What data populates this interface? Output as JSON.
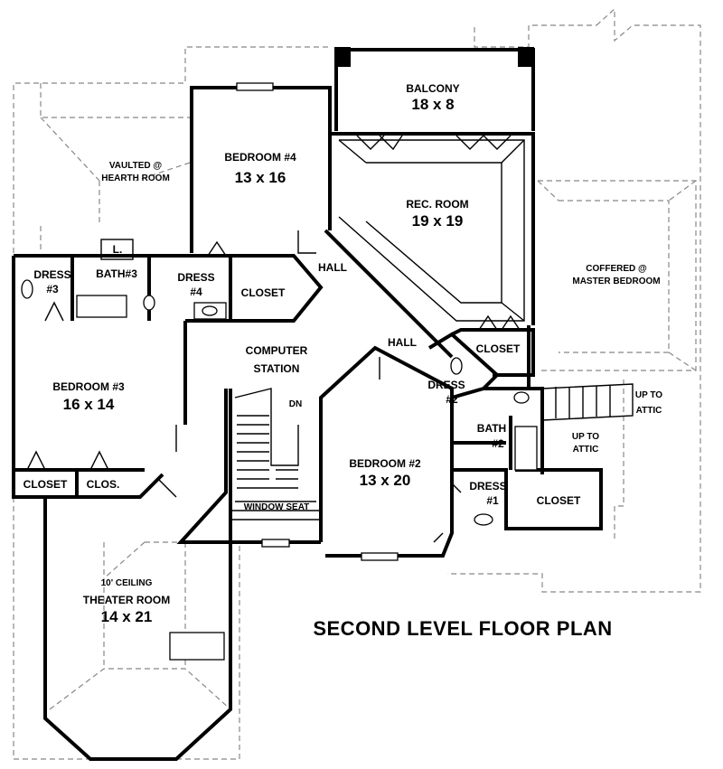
{
  "title": "SECOND LEVEL FLOOR PLAN",
  "rooms": {
    "balcony": {
      "name": "BALCONY",
      "size": "18 x 8"
    },
    "bedroom4": {
      "name": "BEDROOM #4",
      "size": "13 x 16"
    },
    "rec_room": {
      "name": "REC. ROOM",
      "size": "19 x 19"
    },
    "bedroom3": {
      "name": "BEDROOM #3",
      "size": "16 x 14"
    },
    "bedroom2": {
      "name": "BEDROOM #2",
      "size": "13 x 20"
    },
    "theater": {
      "note": "10' CEILING",
      "name": "THEATER ROOM",
      "size": "14 x 21"
    }
  },
  "labels": {
    "vaulted_1": "VAULTED @",
    "vaulted_2": "HEARTH ROOM",
    "coffered_1": "COFFERED @",
    "coffered_2": "MASTER BEDROOM",
    "dress": "DRESS",
    "dress3_num": "#3",
    "bath3": "BATH#3",
    "laundry": "L.",
    "dress4_num": "#4",
    "closet": "CLOSET",
    "hall": "HALL",
    "computer_1": "COMPUTER",
    "computer_2": "STATION",
    "dn": "DN",
    "dress2_num": "#2",
    "bath": "BATH",
    "bath2_num": "#2",
    "up_to": "UP TO",
    "attic": "ATTIC",
    "dress1_num": "#1",
    "clos": "CLOS.",
    "window_seat": "WINDOW SEAT"
  }
}
